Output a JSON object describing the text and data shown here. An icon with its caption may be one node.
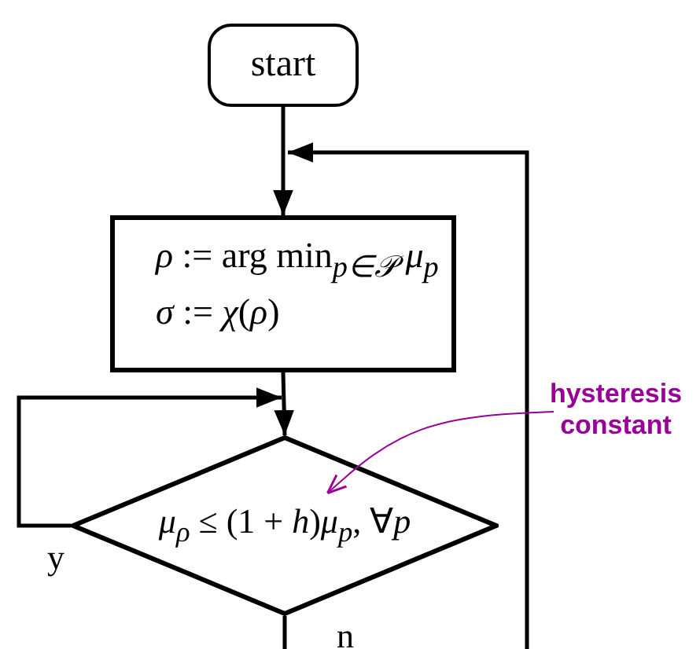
{
  "diagram": {
    "nodes": [
      {
        "text": [
          "start"
        ]
      },
      {
        "text": [
          "*ρ* := arg min$_{p∈𝒫}$ *μ*$_{p}$",
          "*σ* := *χ*(*ρ*)"
        ]
      },
      {
        "text": [
          "*μ*$_{ρ}$ ≤ (1 + *h*)*μ*$_{p}$, ∀*p*"
        ]
      },
      {
        "text": [
          "hysteresis constant"
        ]
      }
    ],
    "edges": [
      {
        "from": 0,
        "to": 1,
        "arrow": "to"
      },
      {
        "from": null,
        "to": 1,
        "arrow": "to"
      },
      {
        "from": 1,
        "to": 2,
        "arrow": "to"
      },
      {
        "from": 2,
        "to": 2,
        "label": "y",
        "arrow": "to"
      },
      {
        "from": 2,
        "to": null,
        "label": "n",
        "arrow": "none"
      },
      {
        "from": 3,
        "to": 2,
        "arrow": "to",
        "color": "#990099"
      }
    ]
  }
}
